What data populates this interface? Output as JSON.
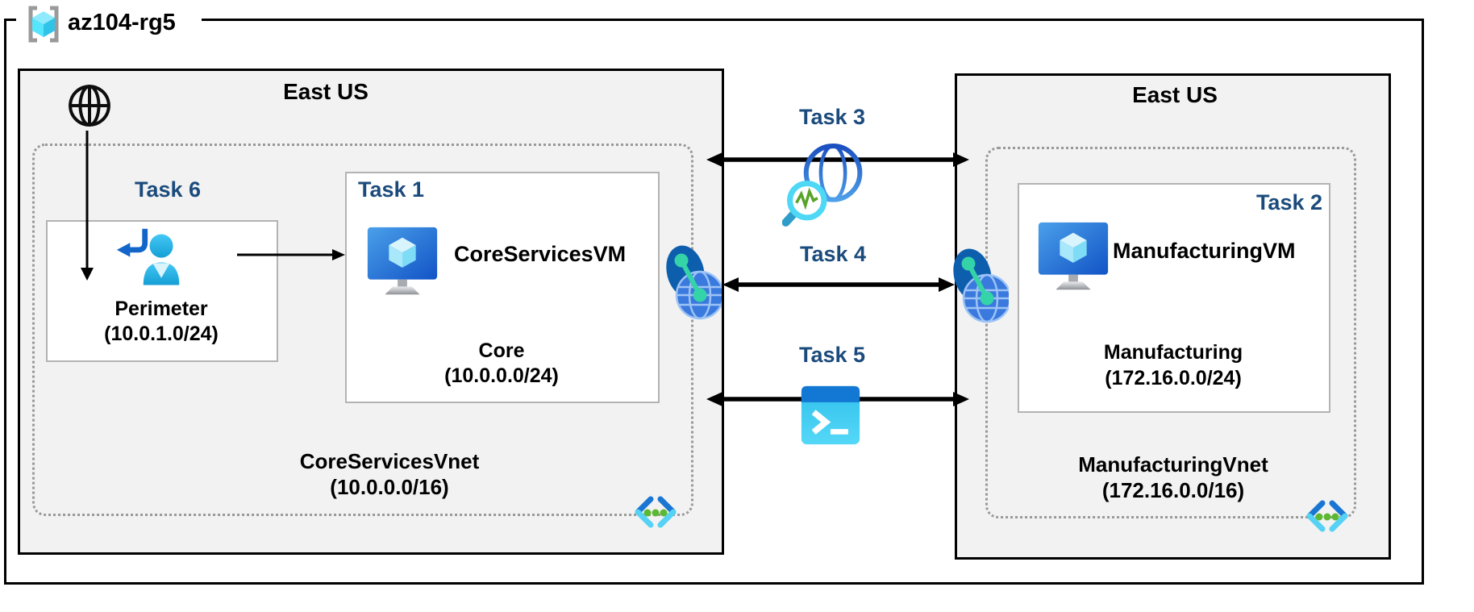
{
  "resource_group": {
    "label": "az104-rg5"
  },
  "left_region": {
    "title": "East US",
    "vnet_name": "CoreServicesVnet",
    "vnet_cidr": "(10.0.0.0/16)",
    "perimeter_task_label": "Task 6",
    "perimeter_name": "Perimeter",
    "perimeter_cidr": "(10.0.1.0/24)",
    "core_task_label": "Task 1",
    "core_vm_name": "CoreServicesVM",
    "core_name": "Core",
    "core_cidr": "(10.0.0.0/24)"
  },
  "right_region": {
    "title": "East US",
    "vnet_name": "ManufacturingVnet",
    "vnet_cidr": "(172.16.0.0/16)",
    "subnet_task_label": "Task 2",
    "vm_name": "ManufacturingVM",
    "subnet_name": "Manufacturing",
    "subnet_cidr": "(172.16.0.0/24)"
  },
  "connections": {
    "task3_label": "Task 3",
    "task4_label": "Task 4",
    "task5_label": "Task 5"
  },
  "icons": {
    "resource-group-icon": "cyan cube in gray brackets",
    "internet-icon": "black wireframe globe",
    "signin-user-icon": "blue person with return arrow",
    "virtual-machine-icon": "blue monitor with cyan cube",
    "vnet-peering-icon": "dark ellipse + blue globe with teal link",
    "network-watcher-icon": "blue globe with cyan magnifier and green pulse",
    "cloud-shell-icon": "cyan terminal with >_ prompt",
    "code-brackets-icon": "<...> blue angle brackets with green dots"
  },
  "colors": {
    "task_label": "#1b4b7c",
    "region_fill": "#f2f2f2",
    "region_border": "#000000",
    "subnet_border": "#b3b3b3",
    "dotted_border": "#999999",
    "azure_blue": "#2e6fd4",
    "vm_gradient": "#4aa0ea-#1253c6",
    "cube_cyan": "#50e6ff",
    "peering_teal": "#35d3a8",
    "code_green": "#5cb832",
    "shell_top": "#1377d4",
    "shell_body": "#3ecdf2"
  }
}
